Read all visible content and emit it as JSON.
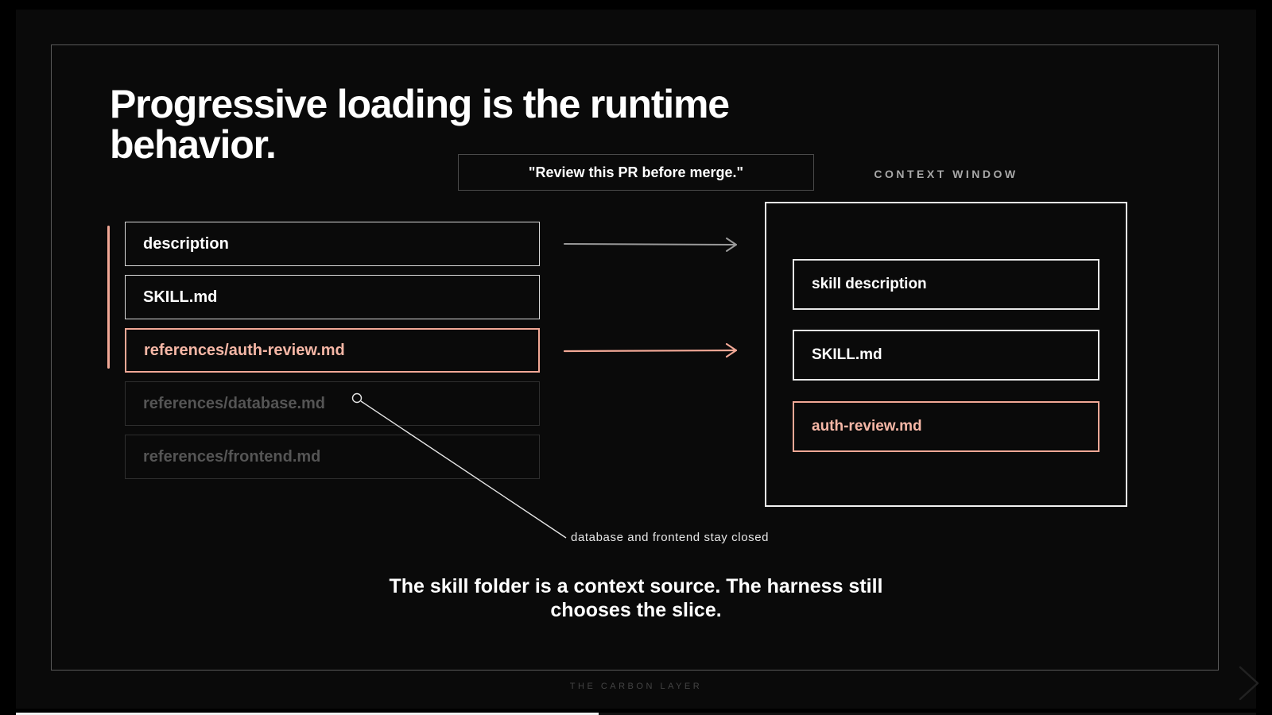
{
  "slide": {
    "title": "Progressive loading is the runtime behavior.",
    "prompt": "\"Review this PR before merge.\"",
    "context_window_label": "CONTEXT WINDOW",
    "skill_files": [
      {
        "label": "description",
        "state": "loaded"
      },
      {
        "label": "SKILL.md",
        "state": "loaded"
      },
      {
        "label": "references/auth-review.md",
        "state": "selected"
      },
      {
        "label": "references/database.md",
        "state": "closed"
      },
      {
        "label": "references/frontend.md",
        "state": "closed"
      }
    ],
    "context_items": [
      {
        "label": "skill description"
      },
      {
        "label": "SKILL.md"
      },
      {
        "label": "auth-review.md"
      }
    ],
    "annotation": "database and frontend stay closed",
    "conclusion": "The skill folder is a context source. The harness still chooses the slice.",
    "footer": "THE CARBON LAYER"
  },
  "deck_progress": 0.47,
  "colors": {
    "background": "#0a0a0a",
    "accent": "#f2a896",
    "text": "#ffffff",
    "muted": "#555555"
  },
  "icons": {
    "next": "chevron-right-icon"
  }
}
